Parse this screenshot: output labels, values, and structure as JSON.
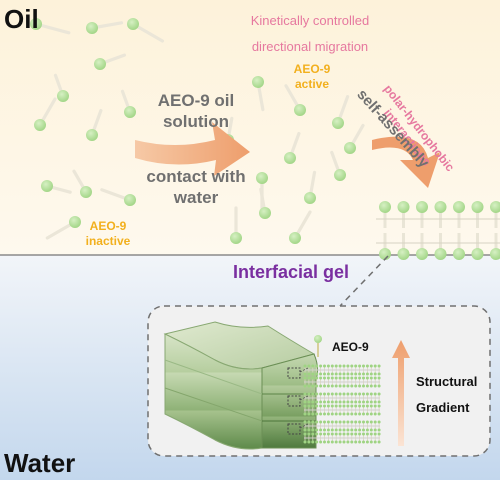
{
  "phases": {
    "oil": "Oil",
    "water": "Water"
  },
  "labels": {
    "oil_solution_line1": "AEO-9 oil",
    "oil_solution_line2": "solution",
    "contact_line1": "contact with",
    "contact_line2": "water",
    "aeo9_active_line1": "AEO-9",
    "aeo9_active_line2": "active",
    "aeo9_inactive_line1": "AEO-9",
    "aeo9_inactive_line2": "inactive",
    "kinetic_line1": "Kinetically controlled",
    "kinetic_line2": "directional migration",
    "polar_line1": "polar-hydrophobic",
    "polar_line2": "interactions",
    "self_assembly": "self-assembly",
    "interfacial_gel": "Interfacial gel",
    "legend_aeo9": "AEO-9",
    "structural": "Structural",
    "gradient": "Gradient"
  },
  "colors": {
    "oil_top": "#fdf3dc",
    "oil_bottom": "#fef8ea",
    "water_top": "#eef2f7",
    "water_bottom": "#c6d9ee",
    "head_green": "#a6d98a",
    "tail": "#ebe7da",
    "arrow_orange": "#f0a97a",
    "kinetic_pink": "#e6789f",
    "aeo_yellow": "#f2b01e",
    "gel_purple": "#7a2fa0",
    "text_gray": "#707070"
  }
}
